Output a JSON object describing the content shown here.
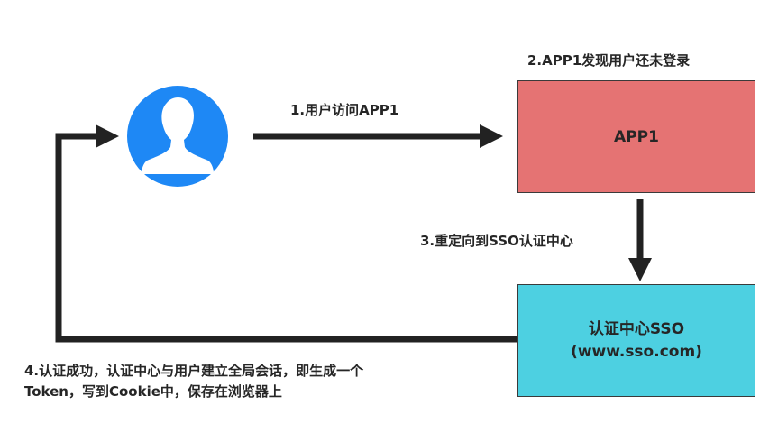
{
  "user_node": {
    "icon": "user-avatar-icon",
    "fill_color": "#1E88F5"
  },
  "nodes": {
    "app1": {
      "label": "APP1",
      "fill_color": "#E57373"
    },
    "sso": {
      "label": "认证中心SSO",
      "sublabel": "(www.sso.com)",
      "fill_color": "#4DD0E1"
    }
  },
  "annotations": {
    "app1_status": "2.APP1发现用户还未登录"
  },
  "steps": [
    {
      "label": "1.用户访问APP1"
    },
    {
      "label": "3.重定向到SSO认证中心"
    },
    {
      "line1": "4.认证成功，认证中心与用户建立全局会话，即生成一个",
      "line2": "Token，写到Cookie中，保存在浏览器上"
    }
  ],
  "arrow_color": "#222222"
}
